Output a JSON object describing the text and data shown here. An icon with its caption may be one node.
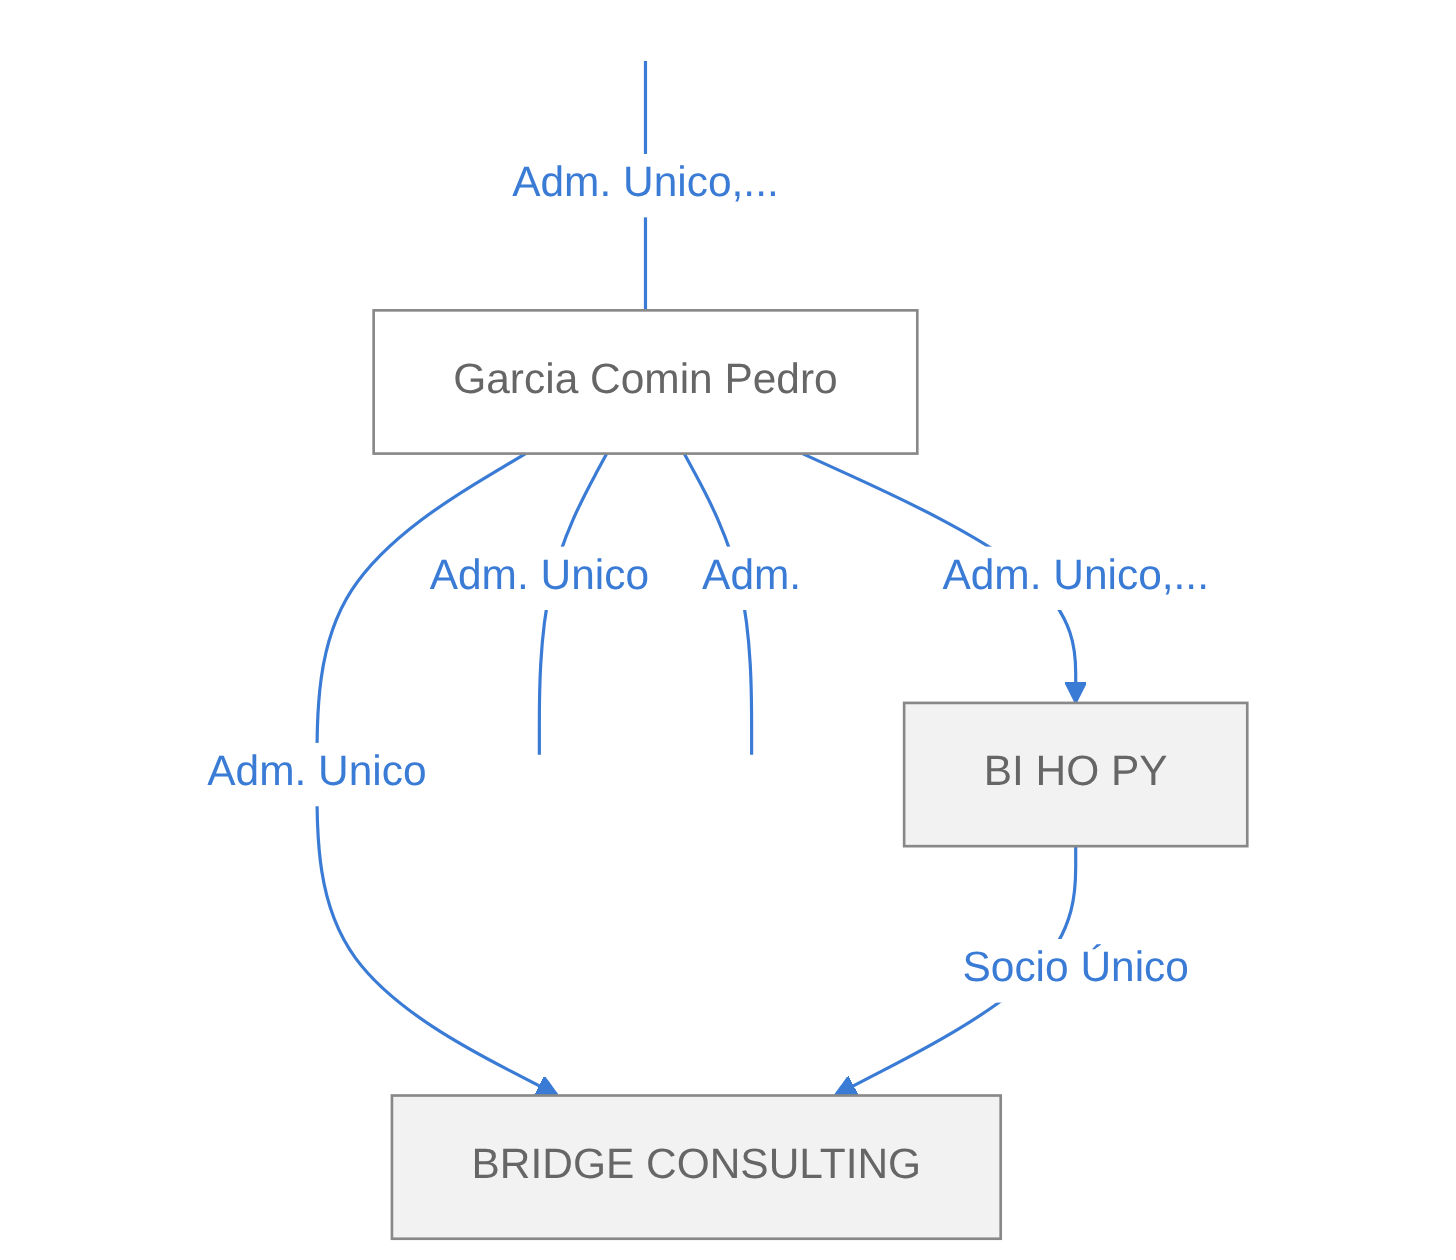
{
  "diagram": {
    "nodes": [
      {
        "text": [
          "Garcia Comin Pedro"
        ]
      },
      {
        "text": [
          "BRIDGE CONSULTING"
        ]
      },
      {
        "text": [
          "BI HO PY"
        ]
      }
    ],
    "edges": [
      {
        "from": 0,
        "to": null,
        "label": "Adm. Unico",
        "arrow": "none"
      },
      {
        "from": null,
        "to": 0,
        "label": "Adm. Unico,...",
        "arrow": "none"
      },
      {
        "from": 0,
        "to": 2,
        "label": "Adm. Unico,...",
        "arrow": "to"
      },
      {
        "from": 0,
        "to": 1,
        "label": "Adm. Unico",
        "arrow": "to"
      },
      {
        "from": 0,
        "to": null,
        "label": "Adm.",
        "arrow": "none"
      },
      {
        "from": 2,
        "to": 1,
        "label": "Socio Único",
        "arrow": "to"
      }
    ]
  }
}
